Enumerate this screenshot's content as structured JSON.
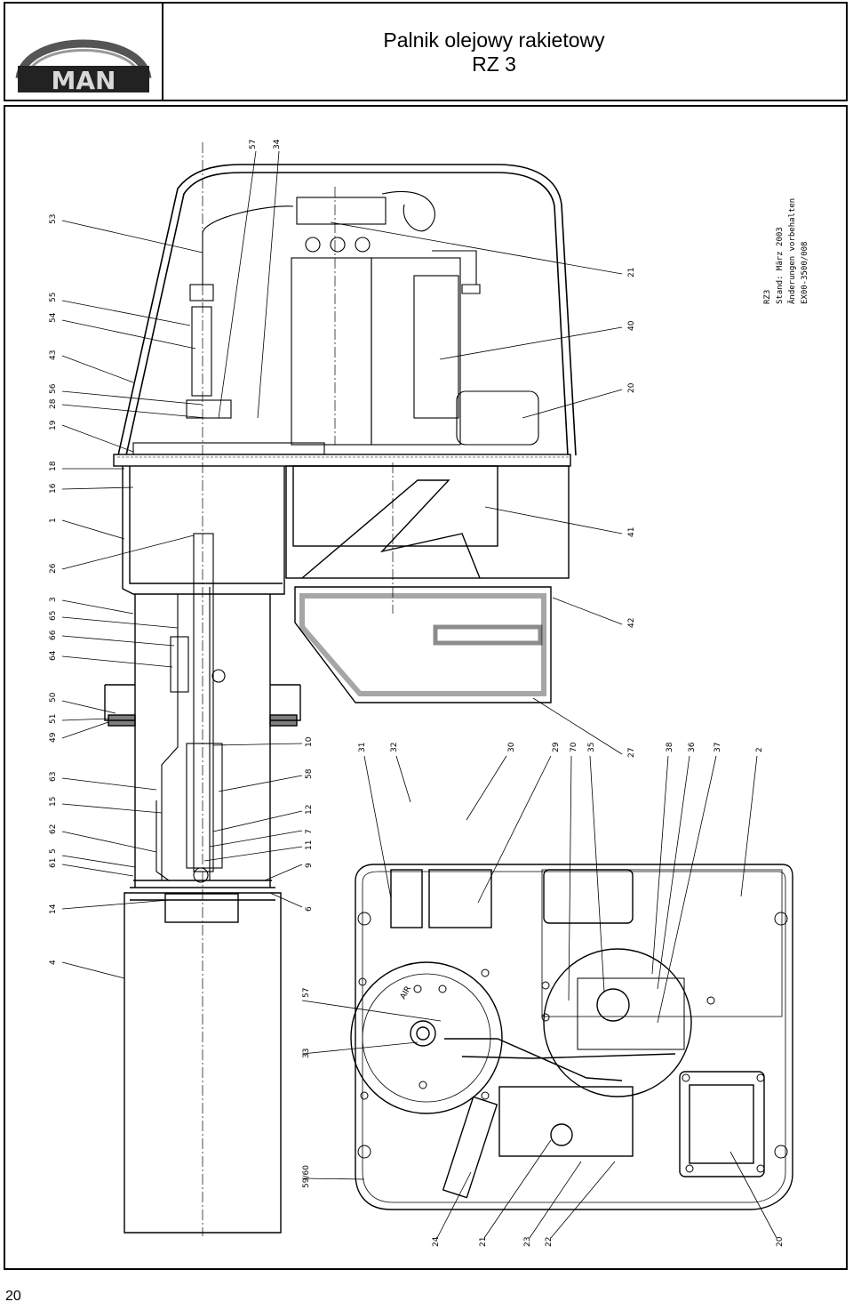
{
  "header": {
    "logo_text": "MAN",
    "title_line1": "Palnik olejowy rakietowy",
    "title_line2": "RZ 3"
  },
  "drawing_stamp": {
    "model": "RZ3",
    "date": "Stand: März 2003",
    "note": "Änderungen vorbehalten",
    "code": "EX00-3500/008"
  },
  "part_labels_left": [
    "53",
    "55",
    "54",
    "43",
    "56",
    "28",
    "19",
    "18",
    "16",
    "1",
    "26",
    "3",
    "65",
    "66",
    "64",
    "50",
    "51",
    "49",
    "63",
    "15",
    "62",
    "5",
    "61",
    "14",
    "4"
  ],
  "part_labels_center": [
    "57",
    "34",
    "10",
    "58",
    "12",
    "7",
    "11",
    "9",
    "6",
    "57",
    "33",
    "59/60",
    "31",
    "32"
  ],
  "part_labels_right": [
    "21",
    "40",
    "20",
    "41",
    "42",
    "30",
    "29",
    "70",
    "35",
    "27",
    "38",
    "36",
    "37",
    "2"
  ],
  "part_labels_bottom": [
    "24",
    "21",
    "23",
    "22",
    "20"
  ],
  "air_text": "AIR",
  "page_number": "20"
}
